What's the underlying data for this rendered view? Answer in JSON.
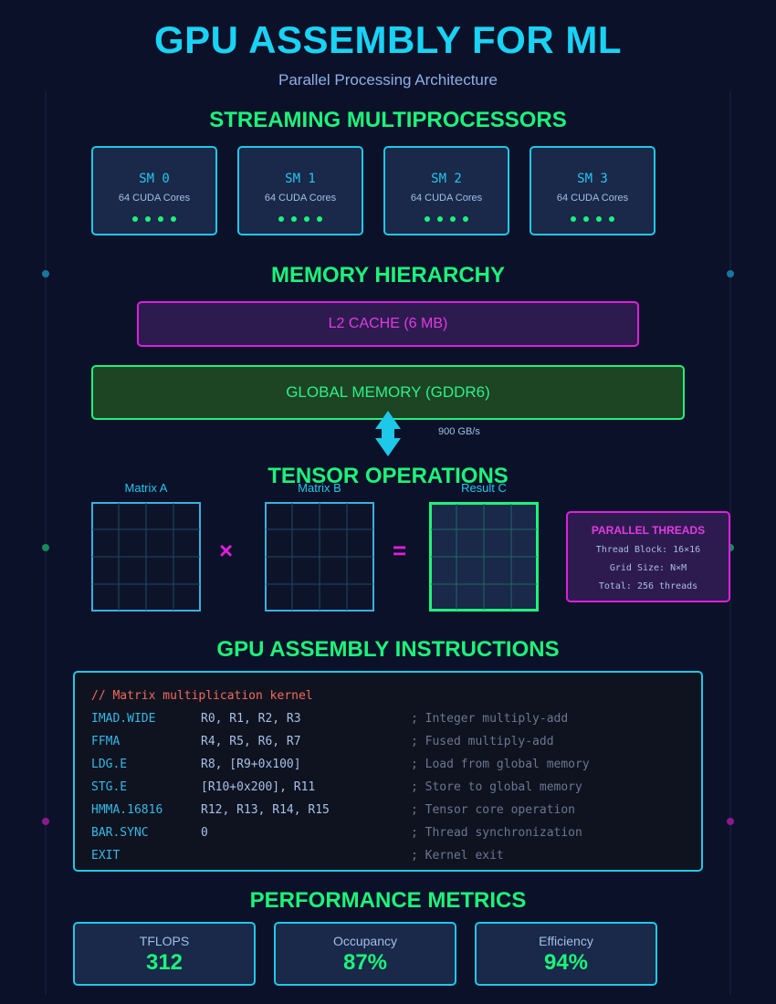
{
  "header": {
    "title": "GPU ASSEMBLY FOR ML",
    "subtitle": "Parallel Processing Architecture"
  },
  "sections": {
    "sm": "STREAMING MULTIPROCESSORS",
    "memory": "MEMORY HIERARCHY",
    "tensor": "TENSOR OPERATIONS",
    "instructions": "GPU ASSEMBLY INSTRUCTIONS",
    "performance": "PERFORMANCE METRICS"
  },
  "streaming_multiprocessors": [
    {
      "name": "SM 0",
      "cores": "64 CUDA Cores"
    },
    {
      "name": "SM 1",
      "cores": "64 CUDA Cores"
    },
    {
      "name": "SM 2",
      "cores": "64 CUDA Cores"
    },
    {
      "name": "SM 3",
      "cores": "64 CUDA Cores"
    }
  ],
  "memory": {
    "l2": "L2 CACHE (6 MB)",
    "global": "GLOBAL MEMORY (GDDR6)",
    "bandwidth": "900 GB/s"
  },
  "tensor": {
    "matrix_a": "Matrix A",
    "matrix_b": "Matrix B",
    "result_c": "Result C",
    "multiply_symbol": "×",
    "equals_symbol": "=",
    "threads": {
      "title": "PARALLEL THREADS",
      "block": "Thread Block: 16×16",
      "grid": "Grid Size: N×M",
      "total": "Total: 256 threads"
    }
  },
  "code": {
    "comment": "// Matrix multiplication kernel",
    "lines": [
      {
        "op": "IMAD.WIDE",
        "args": "R0, R1, R2, R3",
        "comment": "; Integer multiply-add"
      },
      {
        "op": "FFMA",
        "args": "R4, R5, R6, R7",
        "comment": "; Fused multiply-add"
      },
      {
        "op": "LDG.E",
        "args": "R8, [R9+0x100]",
        "comment": "; Load from global memory"
      },
      {
        "op": "STG.E",
        "args": "[R10+0x200], R11",
        "comment": "; Store to global memory"
      },
      {
        "op": "HMMA.16816",
        "args": "R12, R13, R14, R15",
        "comment": "; Tensor core operation"
      },
      {
        "op": "BAR.SYNC",
        "args": "0",
        "comment": "; Thread synchronization"
      },
      {
        "op": "EXIT",
        "args": "",
        "comment": "; Kernel exit"
      }
    ]
  },
  "metrics": [
    {
      "label": "TFLOPS",
      "value": "312"
    },
    {
      "label": "Occupancy",
      "value": "87%"
    },
    {
      "label": "Efficiency",
      "value": "94%"
    }
  ],
  "colors": {
    "background": "#0b1128",
    "cyan": "#1ec8e8",
    "green": "#1cf47b",
    "magenta": "#e01ede",
    "code_comment": "#f46a5e"
  }
}
